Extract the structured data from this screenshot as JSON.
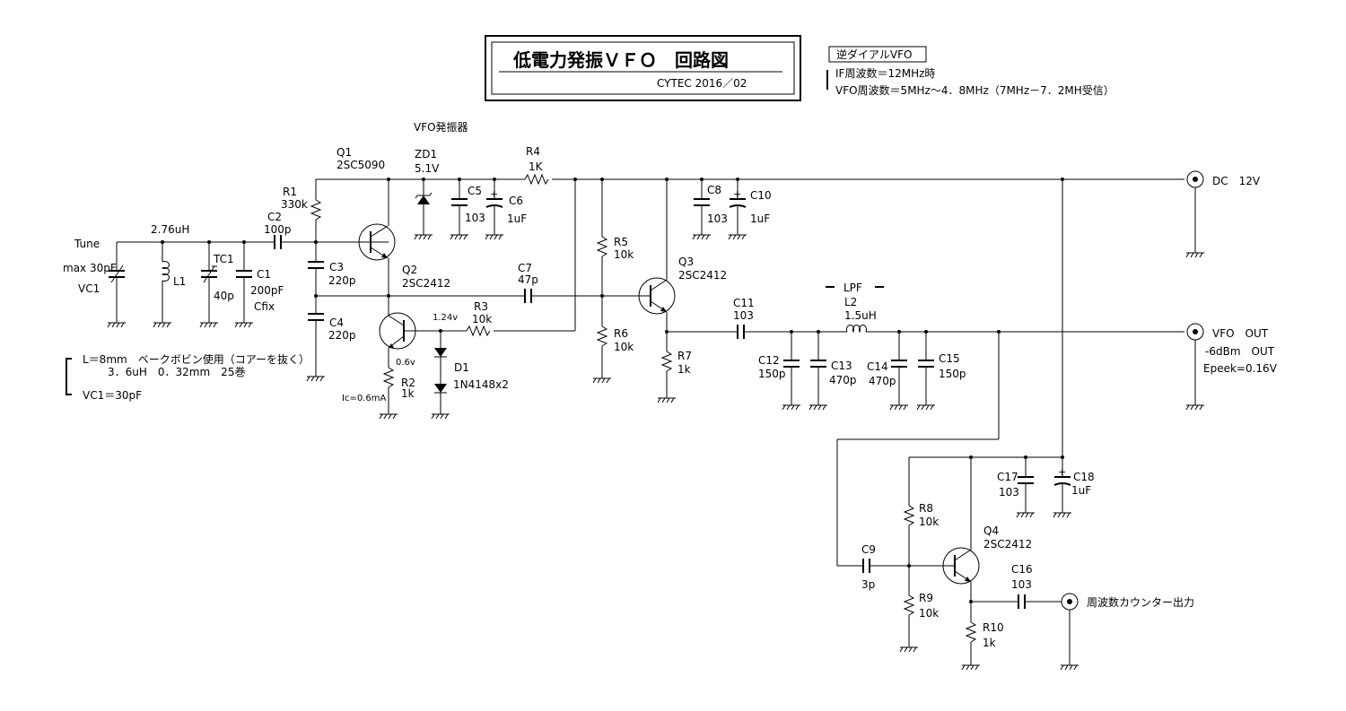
{
  "title": {
    "main": "低電力発振ＶＦＯ　回路図",
    "company": "CYTEC 2016／02"
  },
  "info": {
    "header": "逆ダイアルVFO",
    "if_freq": "IF周波数＝12MHz時",
    "vfo_freq": "VFO周波数＝5MHz～4．8MHz（7MHz－7．2MH受信）"
  },
  "sections": {
    "oscillator": "VFO発振器",
    "lpf": "LPF"
  },
  "notes": {
    "coil_line1": "L＝8mm　ベークボビン使用（コアーを抜く）",
    "coil_line2": "3．6uH　0．32mm　25巻",
    "vc_line": "VC1＝30pF"
  },
  "labels": {
    "tune": "Tune",
    "tune_max": "max 30pF",
    "vc1": "VC1",
    "l1_value": "2.76uH",
    "l1": "L1",
    "tc1": "TC1",
    "tc1_value": "40p",
    "c1": "C1",
    "c1_value": "200pF",
    "c1_note": "Cfix",
    "c2": "C2",
    "c2_value": "100p",
    "r1": "R1",
    "r1_value": "330k",
    "q1": "Q1",
    "q1_part": "2SC5090",
    "zd1": "ZD1",
    "zd1_value": "5.1V",
    "c5": "C5",
    "c5_value": "103",
    "c6": "C6",
    "c6_value": "1uF",
    "r4": "R4",
    "r4_value": "1K",
    "c3": "C3",
    "c3_value": "220p",
    "c4": "C4",
    "c4_value": "220p",
    "q2": "Q2",
    "q2_part": "2SC2412",
    "c7": "C7",
    "c7_value": "47p",
    "v_base": "1.24v",
    "r3": "R3",
    "r3_value": "10k",
    "v_emitter": "0.6v",
    "r2": "R2",
    "r2_value": "1k",
    "ic": "Ic=0.6mA",
    "d1": "D1",
    "d1_part": "1N4148x2",
    "r5": "R5",
    "r5_value": "10k",
    "r6": "R6",
    "r6_value": "10k",
    "q3": "Q3",
    "q3_part": "2SC2412",
    "r7": "R7",
    "r7_value": "1k",
    "c8": "C8",
    "c8_value": "103",
    "c10": "C10",
    "c10_value": "1uF",
    "c11": "C11",
    "c11_value": "103",
    "c12": "C12",
    "c12_value": "150p",
    "c13": "C13",
    "c13_value": "470p",
    "l2": "L2",
    "l2_value": "1.5uH",
    "c14": "C14",
    "c14_value": "470p",
    "c15": "C15",
    "c15_value": "150p",
    "dc": "DC　12V",
    "vfo_out": "VFO　OUT",
    "out_level": "-6dBm　OUT",
    "out_peak": "Epeek=0.16V",
    "c17": "C17",
    "c17_value": "103",
    "c18": "C18",
    "c18_value": "1uF",
    "r8": "R8",
    "r8_value": "10k",
    "q4": "Q4",
    "q4_part": "2SC2412",
    "c9": "C9",
    "c9_value": "3p",
    "r9": "R9",
    "r9_value": "10k",
    "c16": "C16",
    "c16_value": "103",
    "counter_out": "周波数カウンター出力",
    "r10": "R10",
    "r10_value": "1k"
  }
}
